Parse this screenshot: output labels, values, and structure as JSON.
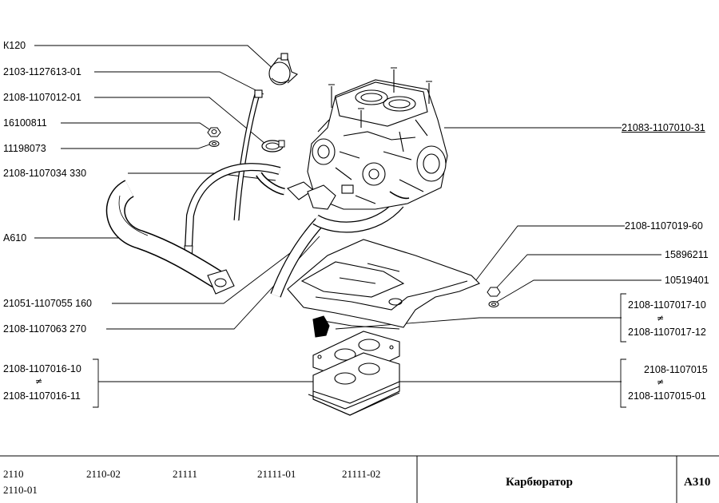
{
  "callouts": {
    "k120": "К120",
    "p2103_1127613_01": "2103-1127613-01",
    "p2108_1107012_01": "2108-1107012-01",
    "p16100811": "16100811",
    "p11198073": "11198073",
    "p2108_1107034": "2108-1107034  330",
    "a610": "А610",
    "p21051_1107055": "21051-1107055  160",
    "p2108_1107063": "2108-1107063  270",
    "p2108_1107016_10": "2108-1107016-10",
    "p2108_1107016_11": "2108-1107016-11",
    "p21083_1107010_31": "21083-1107010-31",
    "p2108_1107019_60": "2108-1107019-60",
    "p15896211": "15896211",
    "p10519401": "10519401",
    "p2108_1107017_10": "2108-1107017-10",
    "p2108_1107017_12": "2108-1107017-12",
    "p2108_1107015": "2108-1107015",
    "p2108_1107015_01": "2108-1107015-01",
    "not_equal": "≠"
  },
  "footer": {
    "models": [
      "2110",
      "2110-01",
      "2110-02",
      "21111",
      "21111-01",
      "21111-02"
    ],
    "title": "Карбюратор",
    "code": "А310"
  }
}
